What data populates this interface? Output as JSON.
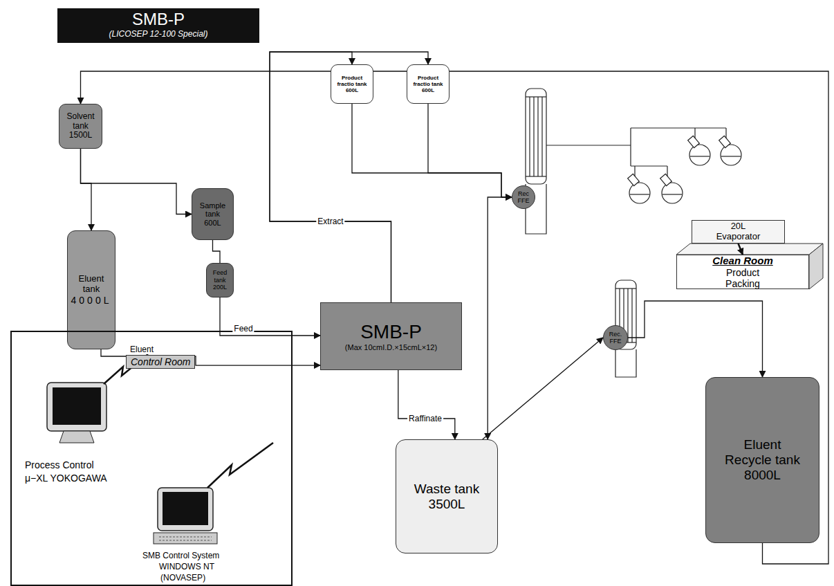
{
  "diagram": {
    "title": "SMB-P",
    "nodes": [
      {
        "text": [
          "Solvent tank",
          "1500L"
        ]
      },
      {
        "text": [
          "Product fractio tank",
          "600L"
        ]
      },
      {
        "text": [
          "Product fractio tank",
          "600L"
        ]
      },
      {
        "text": [
          "Rec",
          "FFE"
        ]
      },
      {
        "text": [
          "Sample tank",
          "600L"
        ]
      },
      {
        "text": [
          "Eluent tank",
          "4000L"
        ]
      },
      {
        "text": [
          "Feed tank",
          "200L"
        ]
      },
      {
        "text": [
          "20L",
          "Evaporator"
        ]
      },
      {
        "text": [
          "Clean Room",
          "Product",
          "Packing"
        ]
      },
      {
        "text": [
          "Control Room"
        ]
      },
      {
        "text": [
          "SMB-P",
          "(Max 10cmI.D.×15cmL×12)"
        ]
      },
      {
        "text": [
          "Rec.",
          "FFE"
        ]
      },
      {
        "text": [
          "Waste tank",
          "3500L"
        ]
      },
      {
        "text": [
          "Eluent",
          "Recycle tank",
          "8000L"
        ]
      }
    ],
    "edges": [
      {
        "from": 0,
        "to": 5,
        "arrow": "to"
      },
      {
        "from": 0,
        "to": 4,
        "arrow": "to"
      },
      {
        "from": 4,
        "to": 6,
        "arrow": "none"
      },
      {
        "from": 6,
        "to": 10,
        "label": "Feed",
        "arrow": "to"
      },
      {
        "from": 5,
        "to": 10,
        "label": "Eluent",
        "arrow": "to"
      },
      {
        "from": 10,
        "to": 1,
        "label": "Extract",
        "arrow": "to"
      },
      {
        "from": 10,
        "to": 2,
        "arrow": "to"
      },
      {
        "from": 1,
        "to": 3,
        "arrow": "to"
      },
      {
        "from": 2,
        "to": 3,
        "arrow": "to"
      },
      {
        "from": 10,
        "to": 12,
        "label": "Raffinate",
        "arrow": "to"
      },
      {
        "from": 3,
        "to": 12,
        "arrow": "to"
      },
      {
        "from": 12,
        "to": 11,
        "arrow": "to"
      },
      {
        "from": 11,
        "to": 13,
        "arrow": "to"
      },
      {
        "from": 7,
        "to": 8,
        "arrow": "to"
      },
      {
        "from": 13,
        "to": 0,
        "arrow": "to"
      }
    ],
    "labels": [
      "(LICOSEP 12-100 Special)",
      "Process Control",
      "μ−XL YOKOGAWA",
      "SMB Control System",
      "WINDOWS NT",
      "(NOVASEP)"
    ]
  }
}
